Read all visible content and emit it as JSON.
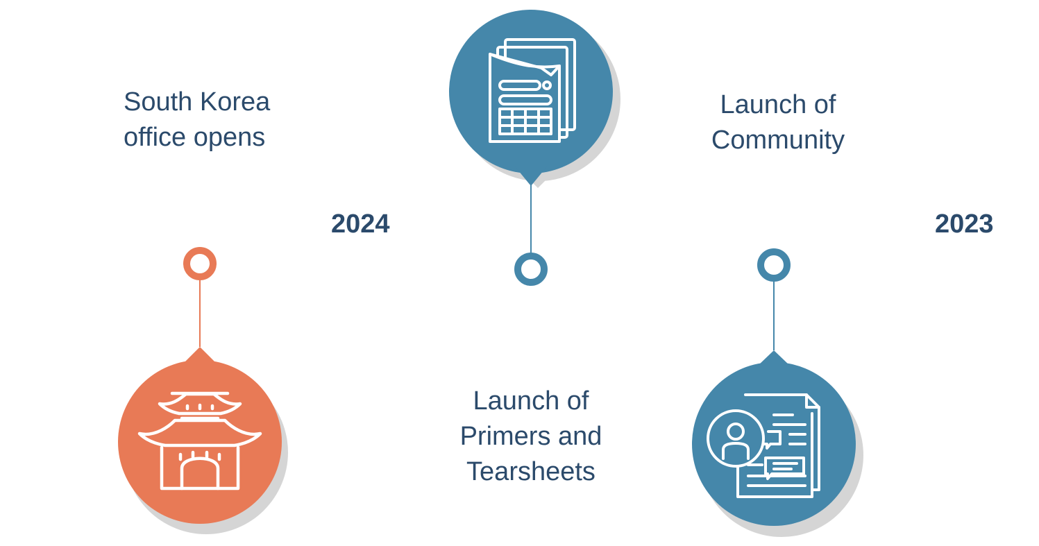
{
  "colors": {
    "text": "#2b4a6b",
    "orange": "#e87a56",
    "blue": "#4587aa",
    "shadow": "#d5d5d5"
  },
  "milestones": [
    {
      "line1": "South Korea",
      "line2": "office opens",
      "icon": "korean-palace-gate-icon"
    },
    {
      "line1": "Launch of",
      "line2_a": "Primers",
      "line2_b": " and",
      "line3": "Tearsheets",
      "icon": "documents-report-icon"
    },
    {
      "line1": "Launch of",
      "line2": "Community",
      "icon": "user-profile-chat-document-icon"
    }
  ],
  "years": [
    "2024",
    "2023"
  ]
}
